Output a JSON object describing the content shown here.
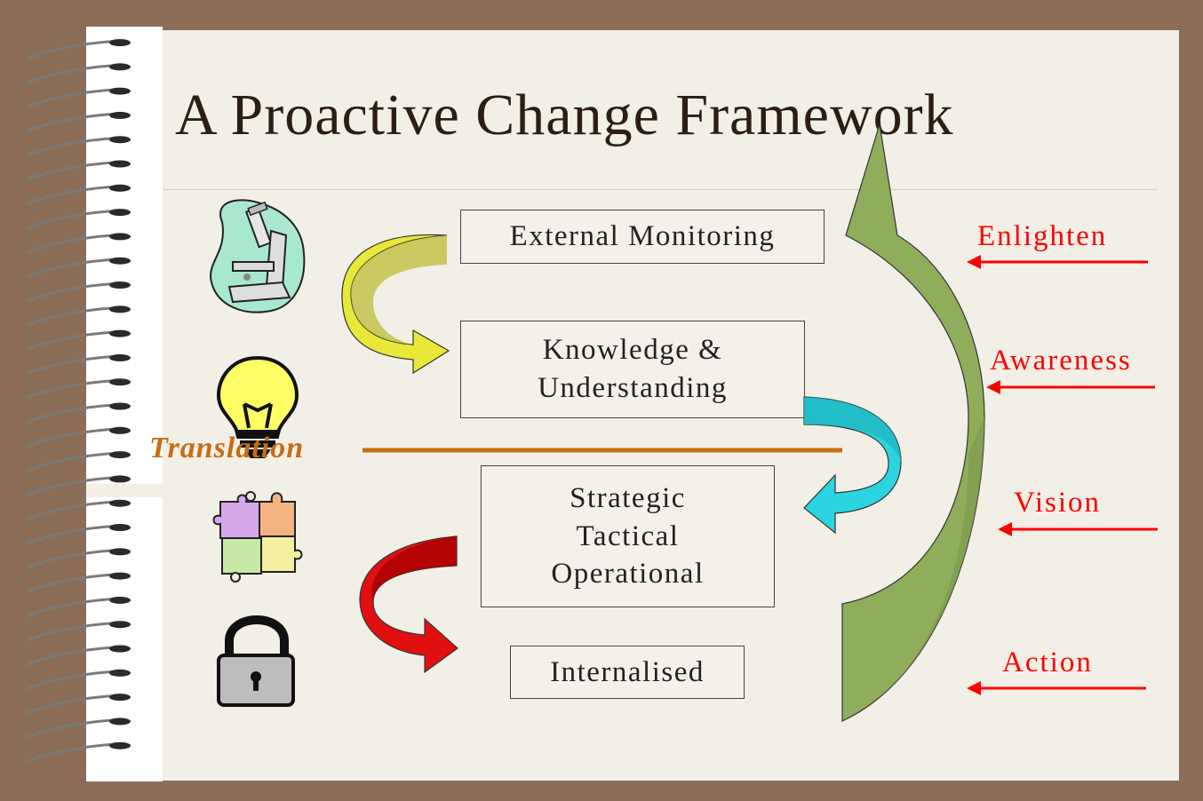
{
  "title": "A Proactive Change Framework",
  "boxes": {
    "external": "External Monitoring",
    "knowledge_l1": "Knowledge &",
    "knowledge_l2": "Understanding",
    "stl_l1": "Strategic",
    "stl_l2": "Tactical",
    "stl_l3": "Operational",
    "internalised": "Internalised"
  },
  "translation": "Translation",
  "stages": [
    "Enlighten",
    "Awareness",
    "Vision",
    "Action"
  ],
  "icons": [
    "microscope-icon",
    "lightbulb-icon",
    "puzzle-icon",
    "padlock-icon"
  ],
  "colors": {
    "background": "#8c6e58",
    "slide": "#f2efe7",
    "stage_text": "#ff0000",
    "translation": "#c96c14",
    "arrow_yellow": "#e8e838",
    "arrow_cyan": "#2bd4e0",
    "arrow_red": "#e01010",
    "arrow_green": "#8fae5c"
  }
}
